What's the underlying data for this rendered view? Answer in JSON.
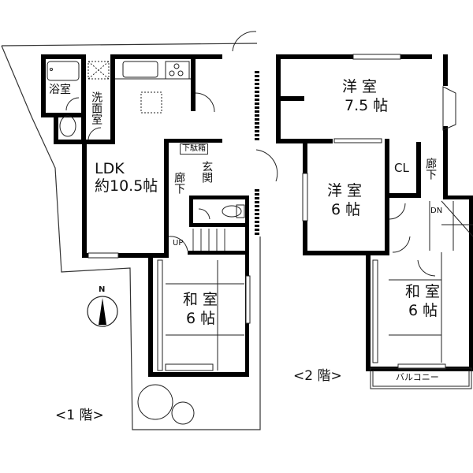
{
  "floor1": {
    "label": "<1 階>",
    "rooms": {
      "ldk": {
        "name": "LDK",
        "size": "約10.5帖"
      },
      "bath": {
        "name": "浴室"
      },
      "washroom": {
        "name": "洗面室"
      },
      "hallway": {
        "name": "廊下"
      },
      "entrance": {
        "name": "玄関"
      },
      "shoe_box": {
        "name": "下駄箱"
      },
      "washitsu": {
        "name": "和 室",
        "size": "6 帖"
      }
    },
    "stairs_label": "UP"
  },
  "floor2": {
    "label": "<2 階>",
    "rooms": {
      "yoshitsu_large": {
        "name": "洋 室",
        "size": "7.5 帖"
      },
      "yoshitsu_small": {
        "name": "洋 室",
        "size": "6 帖"
      },
      "closet": {
        "name": "CL"
      },
      "hallway": {
        "name": "廊下"
      },
      "washitsu": {
        "name": "和 室",
        "size": "6 帖"
      },
      "balcony": {
        "name": "バルコニー"
      }
    },
    "stairs_label": "DN"
  },
  "compass": {
    "label": "N"
  }
}
